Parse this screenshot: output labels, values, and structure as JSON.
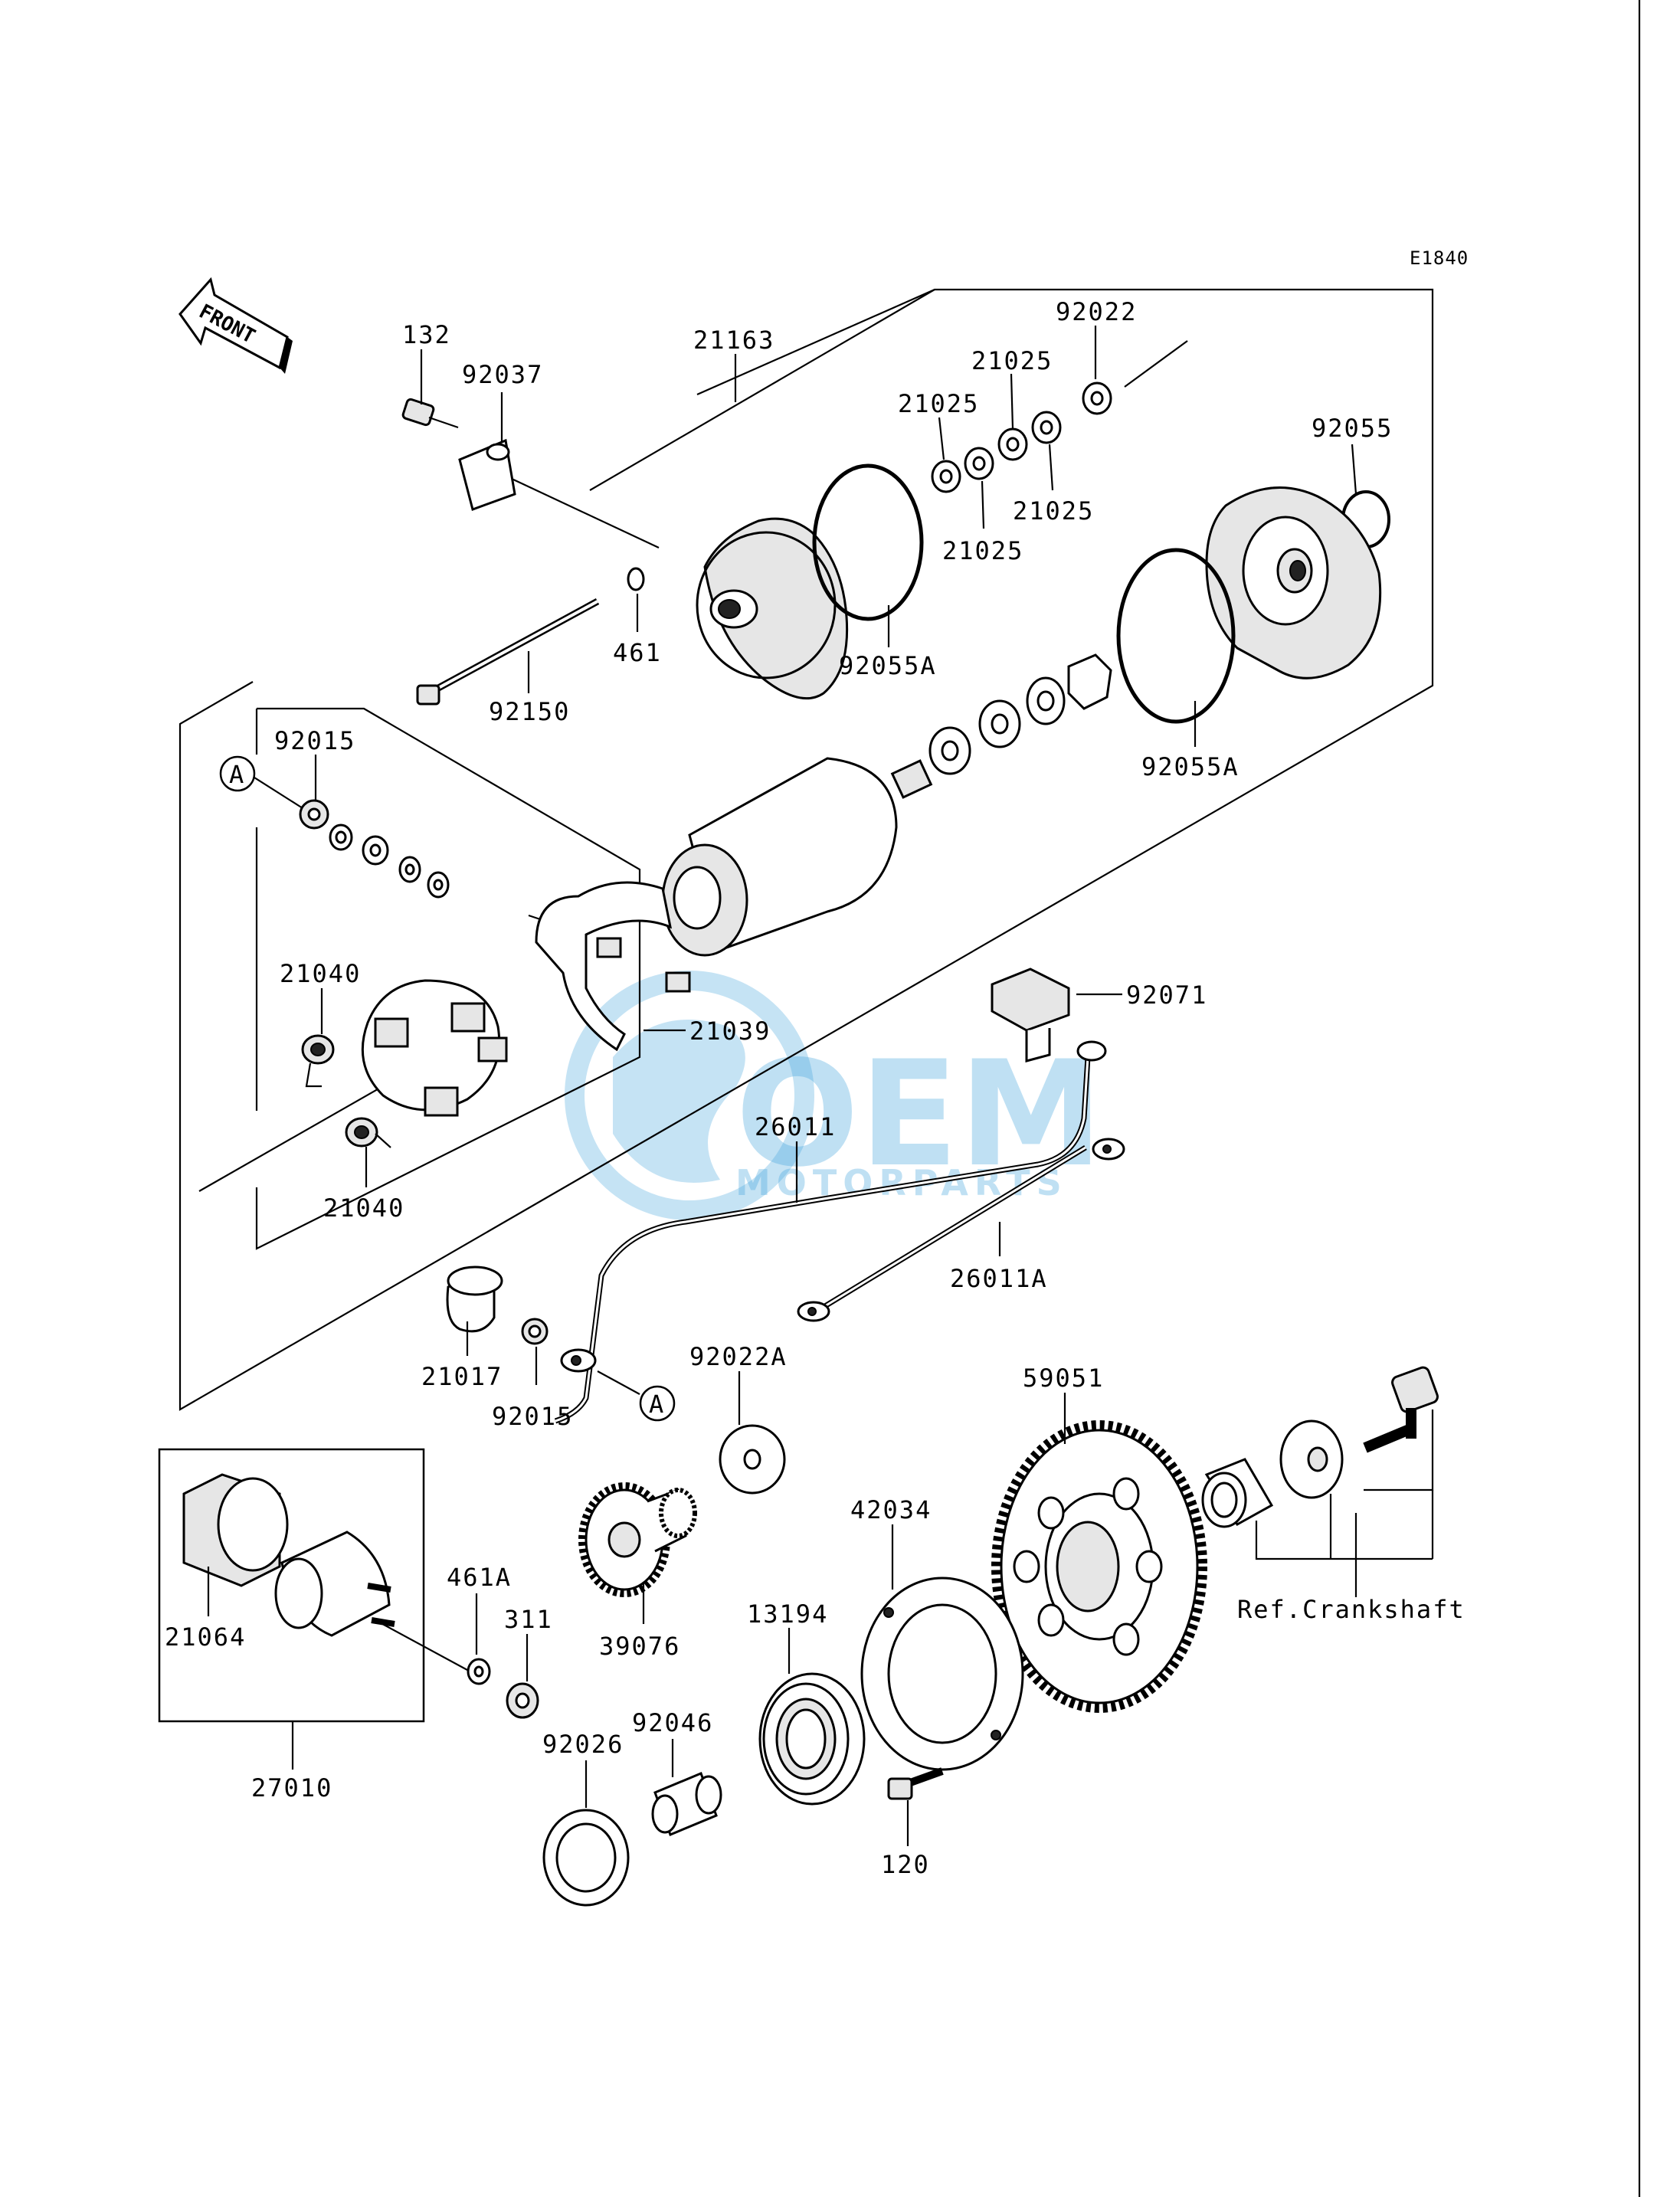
{
  "diagram_code": "E1840",
  "front_label": "FRONT",
  "reference_label": "Ref.Crankshaft",
  "callout_letter": "A",
  "watermark": {
    "brand": "OEM",
    "sub": "MOTORPARTS",
    "color": "#3fa3dc"
  },
  "parts": {
    "p132": "132",
    "p92037": "92037",
    "p21163": "21163",
    "p92022": "92022",
    "p21025a": "21025",
    "p21025b": "21025",
    "p21025c": "21025",
    "p21025d": "21025",
    "p92055": "92055",
    "p461": "461",
    "p92150": "92150",
    "p92055Aa": "92055A",
    "p92055Ab": "92055A",
    "p92015a": "92015",
    "p21040a": "21040",
    "p21040b": "21040",
    "p21039": "21039",
    "p92071": "92071",
    "p26011": "26011",
    "p26011A": "26011A",
    "p21017": "21017",
    "p92015b": "92015",
    "p92022A": "92022A",
    "p59051": "59051",
    "p42034": "42034",
    "p21064": "21064",
    "p461A": "461A",
    "p311": "311",
    "p39076": "39076",
    "p13194": "13194",
    "p92046": "92046",
    "p92026": "92026",
    "p27010": "27010",
    "p120": "120"
  }
}
